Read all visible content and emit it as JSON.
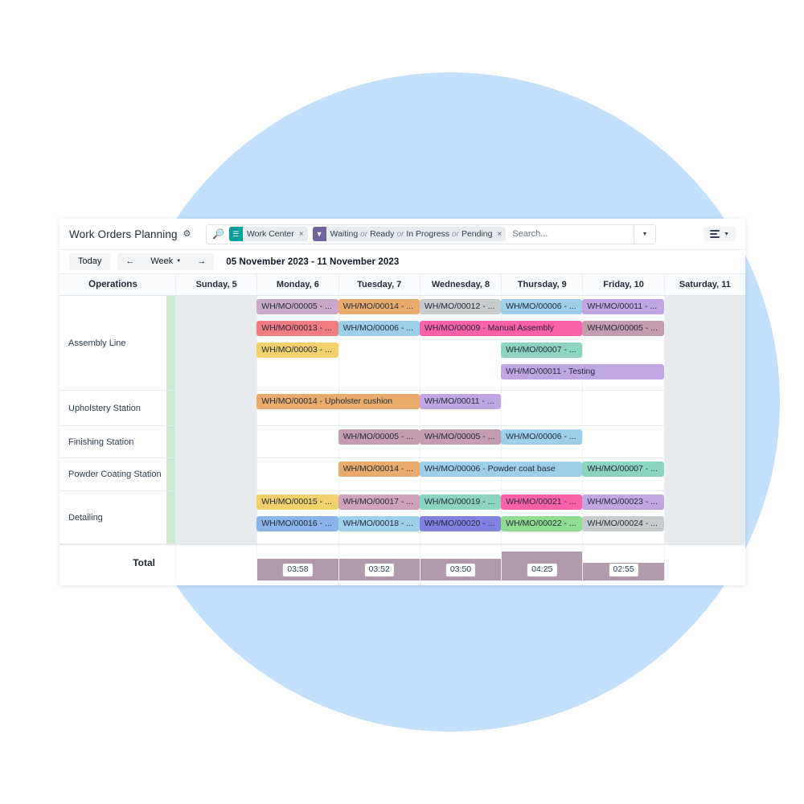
{
  "window": {
    "title": "Work Orders Planning"
  },
  "controlpanel": {
    "title": "Work Orders Planning",
    "gear_icon": "gear-icon",
    "search": {
      "search_icon": "search-icon",
      "placeholder": "Search...",
      "value": "",
      "dropdown_icon": "chevron-down-icon",
      "facets": [
        {
          "icon": "group-by-icon",
          "icon_color": "#00a09d",
          "glyph": "☰",
          "parts": [
            "Work Center"
          ],
          "remove_label": "×"
        },
        {
          "icon": "filter-icon",
          "icon_color": "#71639e",
          "glyph": "▼",
          "parts": [
            "Waiting",
            "or",
            "Ready",
            "or",
            "In Progress",
            "or",
            "Pending"
          ],
          "remove_label": "×"
        }
      ]
    },
    "view_switcher": {
      "icon": "gantt-view-icon",
      "caret": "▼"
    }
  },
  "gantt_toolbar": {
    "today_label": "Today",
    "prev_icon": "←",
    "next_icon": "→",
    "scale_label": "Week",
    "scale_caret": "▼",
    "range_label": "05 November 2023 - 11 November 2023"
  },
  "gantt": {
    "ops_header": "Operations",
    "columns": [
      {
        "label": "Sunday, 5",
        "weekend": true
      },
      {
        "label": "Monday, 6",
        "weekend": false
      },
      {
        "label": "Tuesday, 7",
        "weekend": false
      },
      {
        "label": "Wednesday, 8",
        "weekend": false
      },
      {
        "label": "Thursday, 9",
        "weekend": false
      },
      {
        "label": "Friday, 10",
        "weekend": false
      },
      {
        "label": "Saturday, 11",
        "weekend": true
      }
    ],
    "rows": [
      {
        "label": "Assembly Line",
        "height": 117,
        "pills": [
          {
            "text": "WH/MO/00005 - ...",
            "start": 1,
            "span": 1,
            "lane": 0,
            "color": "#c9a8ca"
          },
          {
            "text": "WH/MO/00014 - ...",
            "start": 2,
            "span": 1,
            "lane": 0,
            "color": "#e8ab6b"
          },
          {
            "text": "WH/MO/00012 - ...",
            "start": 3,
            "span": 1,
            "lane": 0,
            "color": "#c8cbcc"
          },
          {
            "text": "WH/MO/00006 - ...",
            "start": 4,
            "span": 1,
            "lane": 0,
            "color": "#9ecfe8"
          },
          {
            "text": "WH/MO/00011 - ...",
            "start": 5,
            "span": 1,
            "lane": 0,
            "color": "#c0a7e4"
          },
          {
            "text": "WH/MO/00013 - ...",
            "start": 1,
            "span": 1,
            "lane": 1,
            "color": "#ef7b83"
          },
          {
            "text": "WH/MO/00006 - ...",
            "start": 2,
            "span": 1,
            "lane": 1,
            "color": "#9ecfe8"
          },
          {
            "text": "WH/MO/00009 - Manual Assembly",
            "start": 3,
            "span": 2,
            "lane": 1,
            "color": "#f962a8"
          },
          {
            "text": "WH/MO/00005 - ...",
            "start": 5,
            "span": 1,
            "lane": 1,
            "color": "#c49cb0"
          },
          {
            "text": "WH/MO/00003 - ...",
            "start": 1,
            "span": 1,
            "lane": 2,
            "color": "#f2d06b"
          },
          {
            "text": "WH/MO/00007 - ...",
            "start": 4,
            "span": 1,
            "lane": 2,
            "color": "#8cd4c0"
          },
          {
            "text": "WH/MO/00011 - Testing",
            "start": 4,
            "span": 2,
            "lane": 3,
            "color": "#c0a7e4"
          }
        ]
      },
      {
        "label": "Upholstery Station",
        "height": 43,
        "pills": [
          {
            "text": "WH/MO/00014 - Upholster cushion",
            "start": 1,
            "span": 2,
            "lane": 0,
            "color": "#e8ab6b"
          },
          {
            "text": "WH/MO/00011 - ...",
            "start": 3,
            "span": 1,
            "lane": 0,
            "color": "#c0a7e4"
          }
        ]
      },
      {
        "label": "Finishing Station",
        "height": 39,
        "pills": [
          {
            "text": "WH/MO/00005 - ...",
            "start": 2,
            "span": 1,
            "lane": 0,
            "color": "#c49cb0"
          },
          {
            "text": "WH/MO/00005 - ...",
            "start": 3,
            "span": 1,
            "lane": 0,
            "color": "#c49cb0"
          },
          {
            "text": "WH/MO/00006 - ...",
            "start": 4,
            "span": 1,
            "lane": 0,
            "color": "#9ecfe8"
          }
        ]
      },
      {
        "label": "Powder Coating Station",
        "height": 40,
        "pills": [
          {
            "text": "WH/MO/00014 - ...",
            "start": 2,
            "span": 1,
            "lane": 0,
            "color": "#e8ab6b"
          },
          {
            "text": "WH/MO/00006 - Powder coat base",
            "start": 3,
            "span": 2,
            "lane": 0,
            "color": "#9ecfe8"
          },
          {
            "text": "WH/MO/00007 - ...",
            "start": 5,
            "span": 1,
            "lane": 0,
            "color": "#8cd4c0"
          }
        ]
      },
      {
        "label": "Detailing",
        "height": 65,
        "pills": [
          {
            "text": "WH/MO/00015 - ...",
            "start": 1,
            "span": 1,
            "lane": 0,
            "color": "#f2d06b"
          },
          {
            "text": "WH/MO/00017 - ...",
            "start": 2,
            "span": 1,
            "lane": 0,
            "color": "#d0a3bd"
          },
          {
            "text": "WH/MO/00019 - ...",
            "start": 3,
            "span": 1,
            "lane": 0,
            "color": "#8cd4c0"
          },
          {
            "text": "WH/MO/00021 - ...",
            "start": 4,
            "span": 1,
            "lane": 0,
            "color": "#f962a8"
          },
          {
            "text": "WH/MO/00023 - ...",
            "start": 5,
            "span": 1,
            "lane": 0,
            "color": "#c0a7e4"
          },
          {
            "text": "WH/MO/00016 - ...",
            "start": 1,
            "span": 1,
            "lane": 1,
            "color": "#8ab4e8"
          },
          {
            "text": "WH/MO/00018 - ...",
            "start": 2,
            "span": 1,
            "lane": 1,
            "color": "#9ecfe8"
          },
          {
            "text": "WH/MO/00020 - ...",
            "start": 3,
            "span": 1,
            "lane": 1,
            "color": "#8081e0"
          },
          {
            "text": "WH/MO/00022 - ...",
            "start": 4,
            "span": 1,
            "lane": 1,
            "color": "#8fdc93"
          },
          {
            "text": "WH/MO/00024 - ...",
            "start": 5,
            "span": 1,
            "lane": 1,
            "color": "#c8cbcc"
          }
        ]
      }
    ],
    "total": {
      "label": "Total",
      "bar_color": "#b09aab",
      "cells": [
        {
          "value": "",
          "height": 0
        },
        {
          "value": "03:58",
          "height": 27
        },
        {
          "value": "03:52",
          "height": 27
        },
        {
          "value": "03:50",
          "height": 27
        },
        {
          "value": "04:25",
          "height": 36
        },
        {
          "value": "02:55",
          "height": 22
        },
        {
          "value": "",
          "height": 0
        }
      ]
    }
  },
  "background": {
    "circle_color": "#c3dffb"
  }
}
